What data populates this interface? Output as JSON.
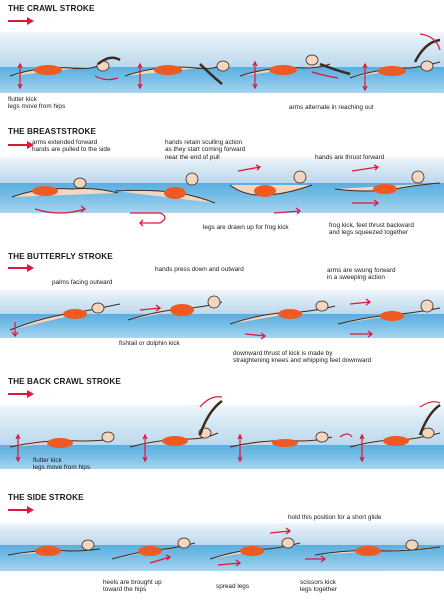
{
  "colors": {
    "arrow": "#e0163c",
    "suit": "#ee5a21",
    "skin": "#f2d6bf",
    "outline": "#3b2a20",
    "water_top": "#5aaee0",
    "sky": "#dbeaf5"
  },
  "crawl": {
    "title": "THE CRAWL STROKE",
    "label_kick": "flutter kick\nlegs move from hips",
    "label_arms": "arms alternate in reaching out"
  },
  "breast": {
    "title": "THE BREASTSTROKE",
    "label_1": "arms extended forward\nhands are pulled to the side",
    "label_2": "hands retain sculling action\nas they start coming forward\nnear the end of pull",
    "label_3": "hands are thrust forward",
    "label_4": "legs are drawn up for frog kick",
    "label_5": "frog kick, feet thrust backward\nand legs squeezed together"
  },
  "butterfly": {
    "title": "THE BUTTERFLY STROKE",
    "label_1": "palms facing outward",
    "label_2": "hands press down and outward",
    "label_3": "arms are swung forward\nin a sweeping action",
    "label_4": "fishtail or dolphin kick",
    "label_5": "downward thrust of kick is made by\nstraightening knees and whipping feet downward"
  },
  "backcrawl": {
    "title": "THE BACK CRAWL STROKE",
    "label_kick": "flutter kick\nlegs move from hips"
  },
  "side": {
    "title": "THE SIDE STROKE",
    "label_1": "hold this position for a short glide",
    "label_2": "heels are brought up\ntoward the hips",
    "label_3": "spread legs",
    "label_4": "scissors kick\nlegs together"
  }
}
